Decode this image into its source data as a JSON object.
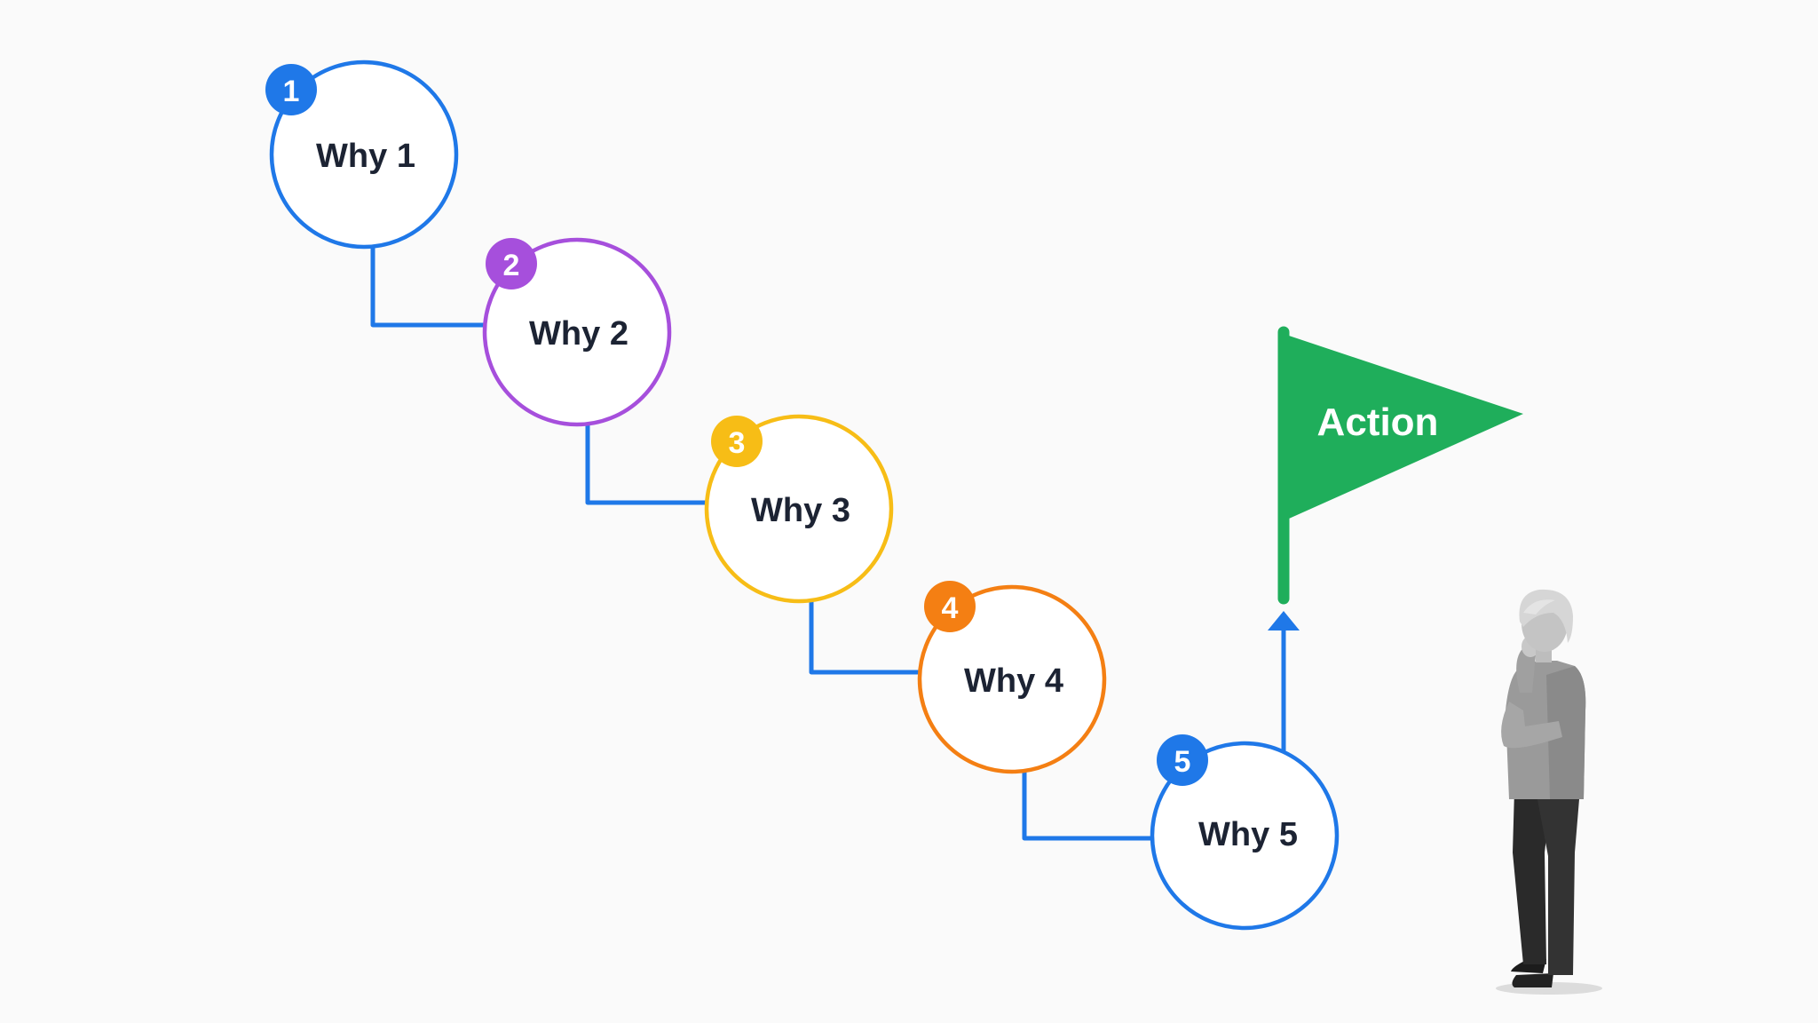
{
  "diagram": {
    "steps": [
      {
        "label": "Why 1",
        "number": "1",
        "color": "#1f78e8"
      },
      {
        "label": "Why 2",
        "number": "2",
        "color": "#a64fdc"
      },
      {
        "label": "Why 3",
        "number": "3",
        "color": "#f7bd16"
      },
      {
        "label": "Why 4",
        "number": "4",
        "color": "#f47f13"
      },
      {
        "label": "Why 5",
        "number": "5",
        "color": "#1f78e8"
      }
    ],
    "connector_color": "#1f78e8",
    "flag": {
      "label": "Action",
      "color": "#1fae5b"
    }
  }
}
